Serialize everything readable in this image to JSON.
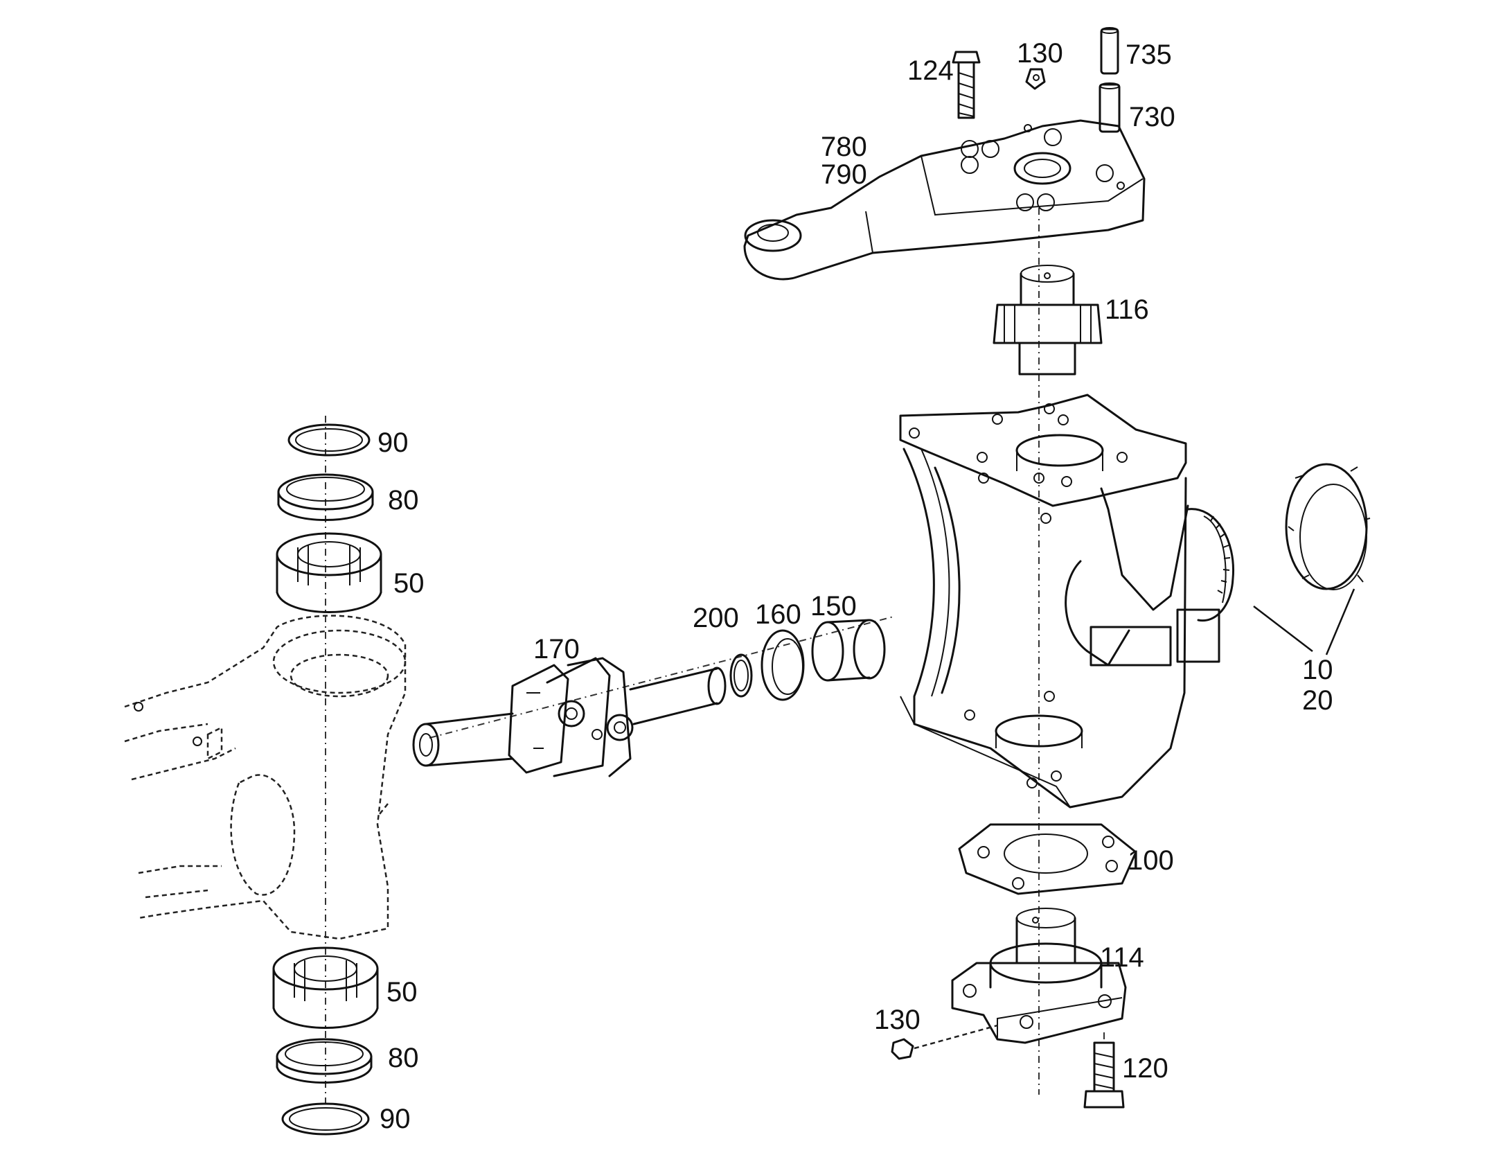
{
  "callouts": {
    "p124": "124",
    "p130_top": "130",
    "p735": "735",
    "p730": "730",
    "p780": "780",
    "p790": "790",
    "p116": "116",
    "p90_top": "90",
    "p80_top": "80",
    "p50_top": "50",
    "p200": "200",
    "p160": "160",
    "p150": "150",
    "p170": "170",
    "p10": "10",
    "p20": "20",
    "p100": "100",
    "p114": "114",
    "p130_bottom": "130",
    "p120": "120",
    "p50_bottom": "50",
    "p80_bottom": "80",
    "p90_bottom": "90"
  }
}
